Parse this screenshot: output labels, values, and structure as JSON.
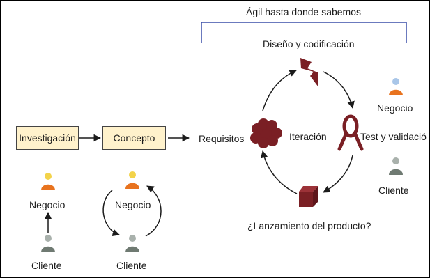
{
  "colors": {
    "accent": "#7a1f24",
    "box_fill": "#fff2cc",
    "bracket": "#3a4fa8",
    "negocio": "#e8731f",
    "cliente": "#6f7a72"
  },
  "header": {
    "title": "Ágil hasta donde sabemos"
  },
  "phases": {
    "investigacion": "Investigación",
    "concepto": "Concepto"
  },
  "cycle": {
    "design": "Diseño y codificación",
    "requisitos": "Requisitos",
    "iteracion": "Iteración",
    "test": "Test y validació",
    "lanzamiento": "¿Lanzamiento del producto?"
  },
  "people": {
    "negocio_1": "Negocio",
    "cliente_1": "Cliente",
    "negocio_2": "Negocio",
    "cliente_2": "Cliente",
    "negocio_3": "Negocio",
    "cliente_3": "Cliente"
  },
  "icons": [
    "lightning-icon",
    "cloud-icon",
    "ribbon-icon",
    "cube-icon",
    "person-icon"
  ]
}
